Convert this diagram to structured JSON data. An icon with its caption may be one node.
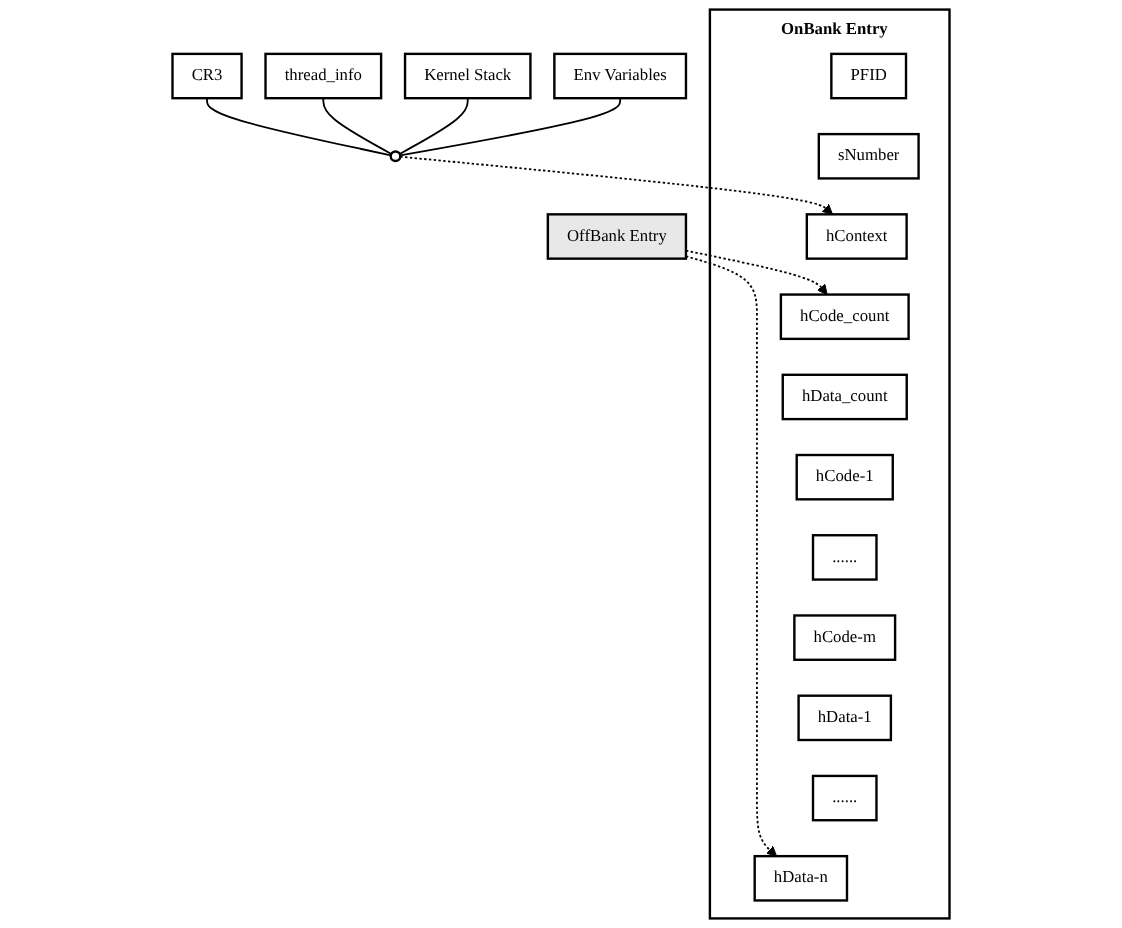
{
  "diagram": {
    "nodes": [
      {
        "text": [
          "CR3"
        ]
      },
      {
        "text": [
          "thread_info"
        ]
      },
      {
        "text": [
          "Kernel Stack"
        ]
      },
      {
        "text": [
          "Env Variables"
        ]
      },
      {
        "text": [],
        "shape": "circle"
      },
      {
        "text": [
          "OffBank Entry"
        ]
      },
      {
        "text": [
          "OnBank Entry"
        ]
      },
      {
        "text": [
          "PFID"
        ],
        "in": 6
      },
      {
        "text": [
          "sNumber"
        ],
        "in": 6
      },
      {
        "text": [
          "hContext"
        ],
        "in": 6
      },
      {
        "text": [
          "hCode_count"
        ],
        "in": 6
      },
      {
        "text": [
          "hData_count"
        ],
        "in": 6
      },
      {
        "text": [
          "hCode-1"
        ],
        "in": 6
      },
      {
        "text": [
          "......"
        ],
        "in": 6
      },
      {
        "text": [
          "hCode-m"
        ],
        "in": 6
      },
      {
        "text": [
          "hData-1"
        ],
        "in": 6
      },
      {
        "text": [
          "......"
        ],
        "in": 6
      },
      {
        "text": [
          "hData-n"
        ],
        "in": 6
      }
    ],
    "edges": [
      {
        "from": 0,
        "to": 4,
        "arrow": "none"
      },
      {
        "from": 1,
        "to": 4,
        "arrow": "none"
      },
      {
        "from": 2,
        "to": 4,
        "arrow": "none"
      },
      {
        "from": 3,
        "to": 4,
        "arrow": "none"
      },
      {
        "from": 4,
        "to": 9,
        "arrow": "to",
        "style": "dashed"
      },
      {
        "from": 5,
        "to": 10,
        "arrow": "to",
        "style": "dashed"
      },
      {
        "from": 5,
        "to": 17,
        "arrow": "to",
        "style": "dashed"
      }
    ]
  }
}
